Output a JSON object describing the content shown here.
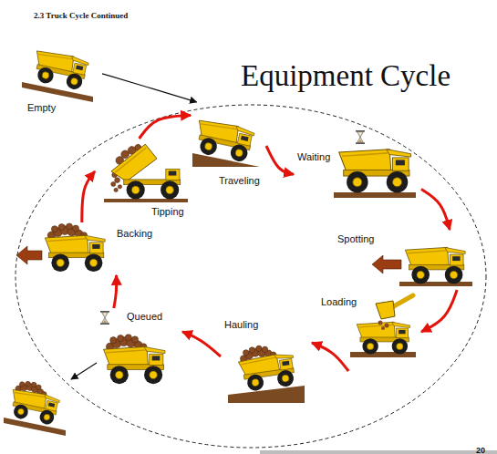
{
  "diagram": {
    "title": "Equipment Cycle",
    "nodes": [
      {
        "text": [
          "Empty"
        ]
      },
      {
        "text": [
          "Traveling"
        ]
      },
      {
        "text": [
          "Waiting"
        ]
      },
      {
        "text": [
          "Spotting"
        ]
      },
      {
        "text": [
          "Loading"
        ]
      },
      {
        "text": [
          "Hauling"
        ]
      },
      {
        "text": [
          "Queued"
        ]
      },
      {
        "text": [
          "Backing"
        ]
      },
      {
        "text": [
          "Tipping"
        ]
      }
    ],
    "edges": [
      {
        "from": 0,
        "to": 1,
        "arrow": "to"
      },
      {
        "from": 1,
        "to": 2,
        "arrow": "to"
      },
      {
        "from": 2,
        "to": 3,
        "arrow": "to"
      },
      {
        "from": 3,
        "to": 4,
        "arrow": "to"
      },
      {
        "from": 4,
        "to": 5,
        "arrow": "to"
      },
      {
        "from": 5,
        "to": 6,
        "arrow": "to"
      },
      {
        "from": 6,
        "to": 7,
        "arrow": "to"
      },
      {
        "from": 7,
        "to": 8,
        "arrow": "to"
      },
      {
        "from": 8,
        "to": 1,
        "arrow": "to"
      }
    ],
    "labels": [
      "2.3 Truck Cycle Continued",
      "20"
    ]
  }
}
